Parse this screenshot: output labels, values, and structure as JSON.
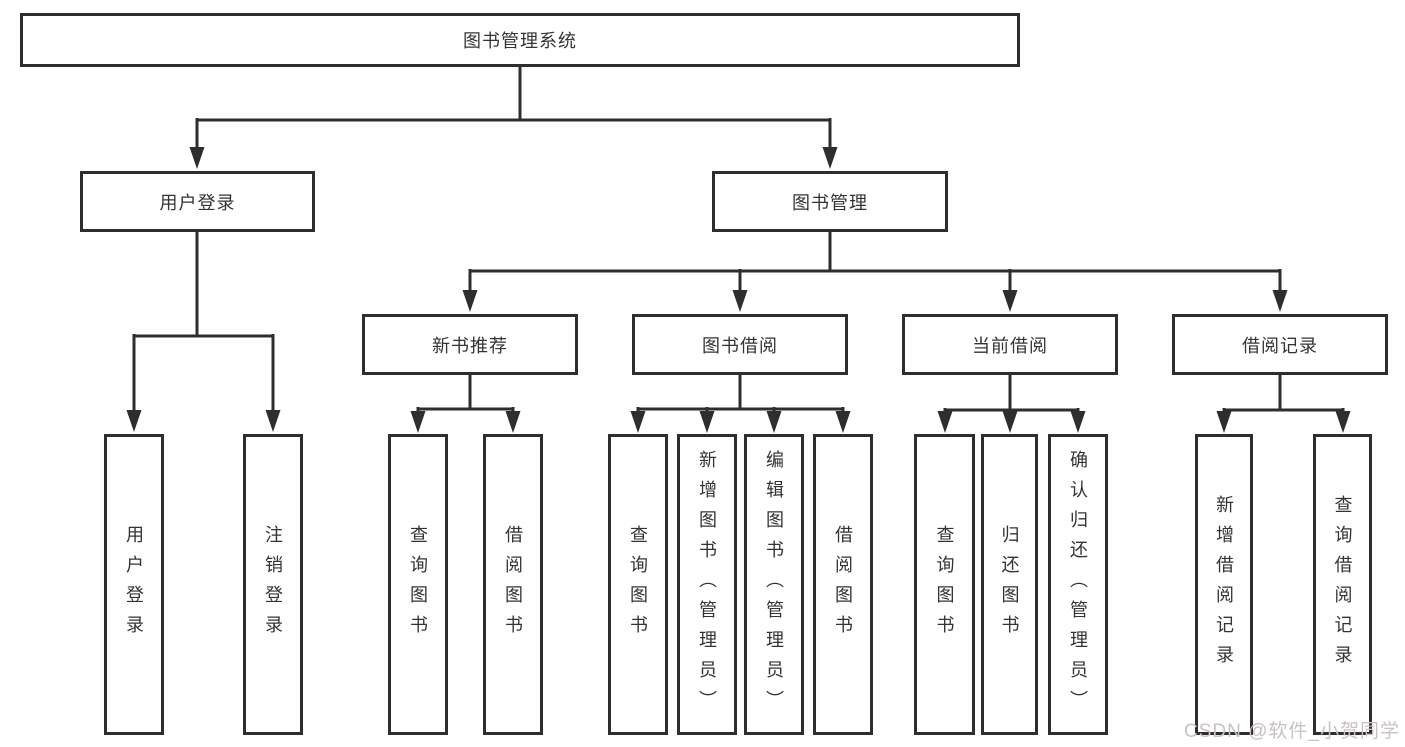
{
  "colors": {
    "line": "#2e2e2e",
    "box_border": "#2e2e2e",
    "box_bg": "#ffffff",
    "text": "#333333",
    "watermark_text": "#c9c2c2",
    "page_bg": "#ffffff"
  },
  "tree": {
    "root": {
      "label": "图书管理系统"
    },
    "branches": [
      {
        "label": "用户登录",
        "leaves": [
          "用户登录",
          "注销登录"
        ]
      },
      {
        "label": "图书管理",
        "groups": [
          {
            "label": "新书推荐",
            "leaves": [
              "查询图书",
              "借阅图书"
            ]
          },
          {
            "label": "图书借阅",
            "leaves": [
              "查询图书",
              "新增图书（管理员）",
              "编辑图书（管理员）",
              "借阅图书"
            ]
          },
          {
            "label": "当前借阅",
            "leaves": [
              "查询图书",
              "归还图书",
              "确认归还（管理员）"
            ]
          },
          {
            "label": "借阅记录",
            "leaves": [
              "新增借阅记录",
              "查询借阅记录"
            ]
          }
        ]
      }
    ]
  },
  "watermark": {
    "text": "CSDN @软件_小贺同学"
  }
}
